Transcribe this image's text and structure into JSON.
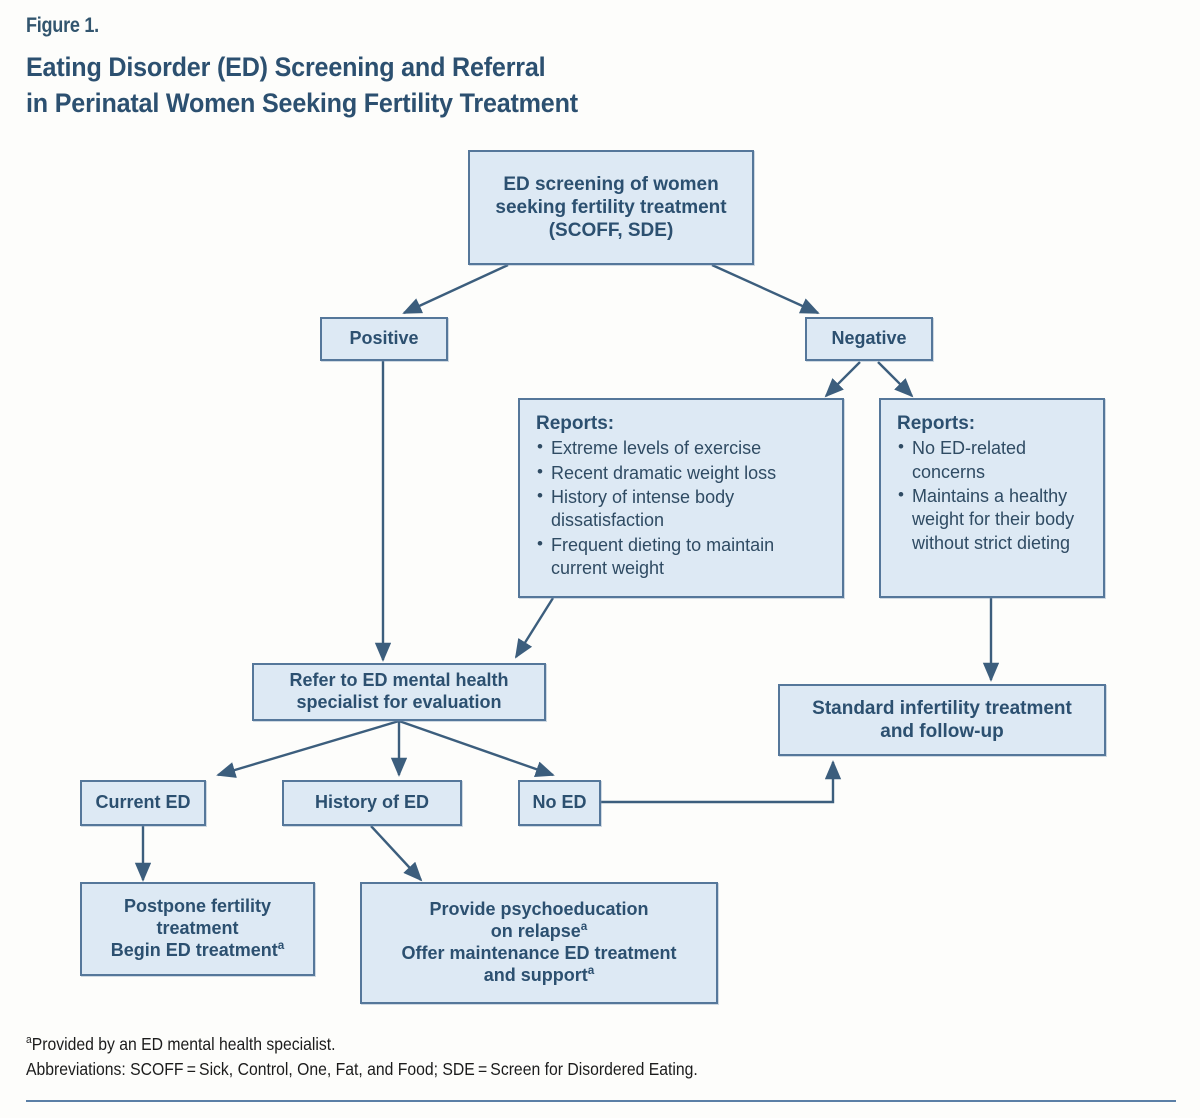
{
  "figure": {
    "label": "Figure 1.",
    "title_line1": "Eating Disorder (ED) Screening and Referral",
    "title_line2": "in Perinatal Women Seeking Fertility Treatment"
  },
  "colors": {
    "box_fill": "#dde9f4",
    "box_border": "#55779a",
    "text": "#2c5070",
    "connector": "#3c5e7d",
    "rule": "#5b7fa6",
    "page_background": "#fdfdfb"
  },
  "nodes": {
    "screening": {
      "line1": "ED screening of women",
      "line2": "seeking fertility treatment",
      "line3": "(SCOFF, SDE)"
    },
    "positive": {
      "label": "Positive"
    },
    "negative": {
      "label": "Negative"
    },
    "reports_positive": {
      "header": "Reports:",
      "items": [
        "Extreme levels of exercise",
        "Recent dramatic weight loss",
        "History of intense body dissatisfaction",
        "Frequent dieting to maintain current weight"
      ]
    },
    "reports_negative": {
      "header": "Reports:",
      "items": [
        "No ED-related concerns",
        "Maintains a healthy weight for their body without strict dieting"
      ]
    },
    "refer": {
      "line1": "Refer to ED mental health",
      "line2": "specialist for evaluation"
    },
    "standard_treatment": {
      "line1": "Standard infertility treatment",
      "line2": "and follow-up"
    },
    "current_ed": {
      "label": "Current ED"
    },
    "history_ed": {
      "label": "History of ED"
    },
    "no_ed": {
      "label": "No ED"
    },
    "postpone": {
      "line1": "Postpone fertility",
      "line2": "treatment",
      "line3_text": "Begin ED treatment",
      "line3_sup": "a"
    },
    "psychoeducation": {
      "line1": "Provide psychoeducation",
      "line2_text": "on relapse",
      "line2_sup": "a",
      "line3": "Offer maintenance ED treatment",
      "line4_text": "and support",
      "line4_sup": "a"
    }
  },
  "footnotes": {
    "marker": "a",
    "note_a": "Provided by an ED mental health specialist.",
    "abbreviations": "Abbreviations: SCOFF = Sick, Control, One, Fat, and Food; SDE = Screen for Disordered Eating."
  }
}
